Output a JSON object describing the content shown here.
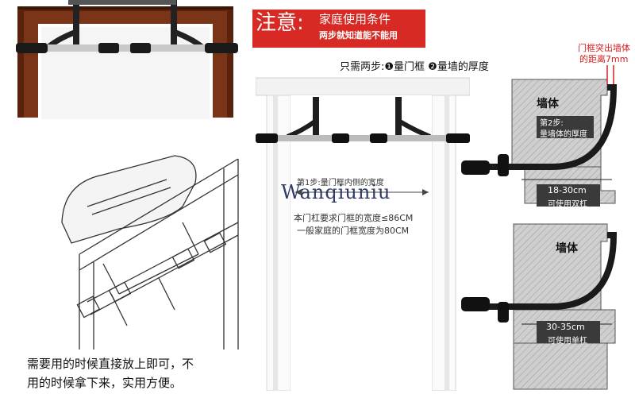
{
  "banner": {
    "big": "注意:",
    "sub1": "家庭使用条件",
    "sub2": "两步就知道能不能用"
  },
  "steps": {
    "title": "只需两步:❶量门框 ❷量墙的厚度"
  },
  "door_note": {
    "line1": "门框突出墙体",
    "line2": "的距离7mm"
  },
  "wall": {
    "label_top": "墙体",
    "label_bottom": "墙体",
    "step2_line1": "第2步:",
    "step2_line2": "量墙体的厚度",
    "range_top": "18-30cm",
    "use_top": "可使用双杠",
    "range_bottom": "30-35cm",
    "use_bottom": "可使用单杠"
  },
  "middle": {
    "step1": "第1步:量门框内侧的宽度",
    "watermark": "Wanqiuniu",
    "req": "本门杠要求门框的宽度≤86CM",
    "typical": "一般家庭的门框宽度为80CM"
  },
  "caption": {
    "line1": "需要用的时候直接放上即可，不",
    "line2": "用的时候拿下来，实用方便。"
  },
  "colors": {
    "accent_red": "#d82a24",
    "frame_brown": "#6b2a10",
    "wall_gray": "#c8c8c8",
    "label_dark": "#3a3a3a"
  }
}
